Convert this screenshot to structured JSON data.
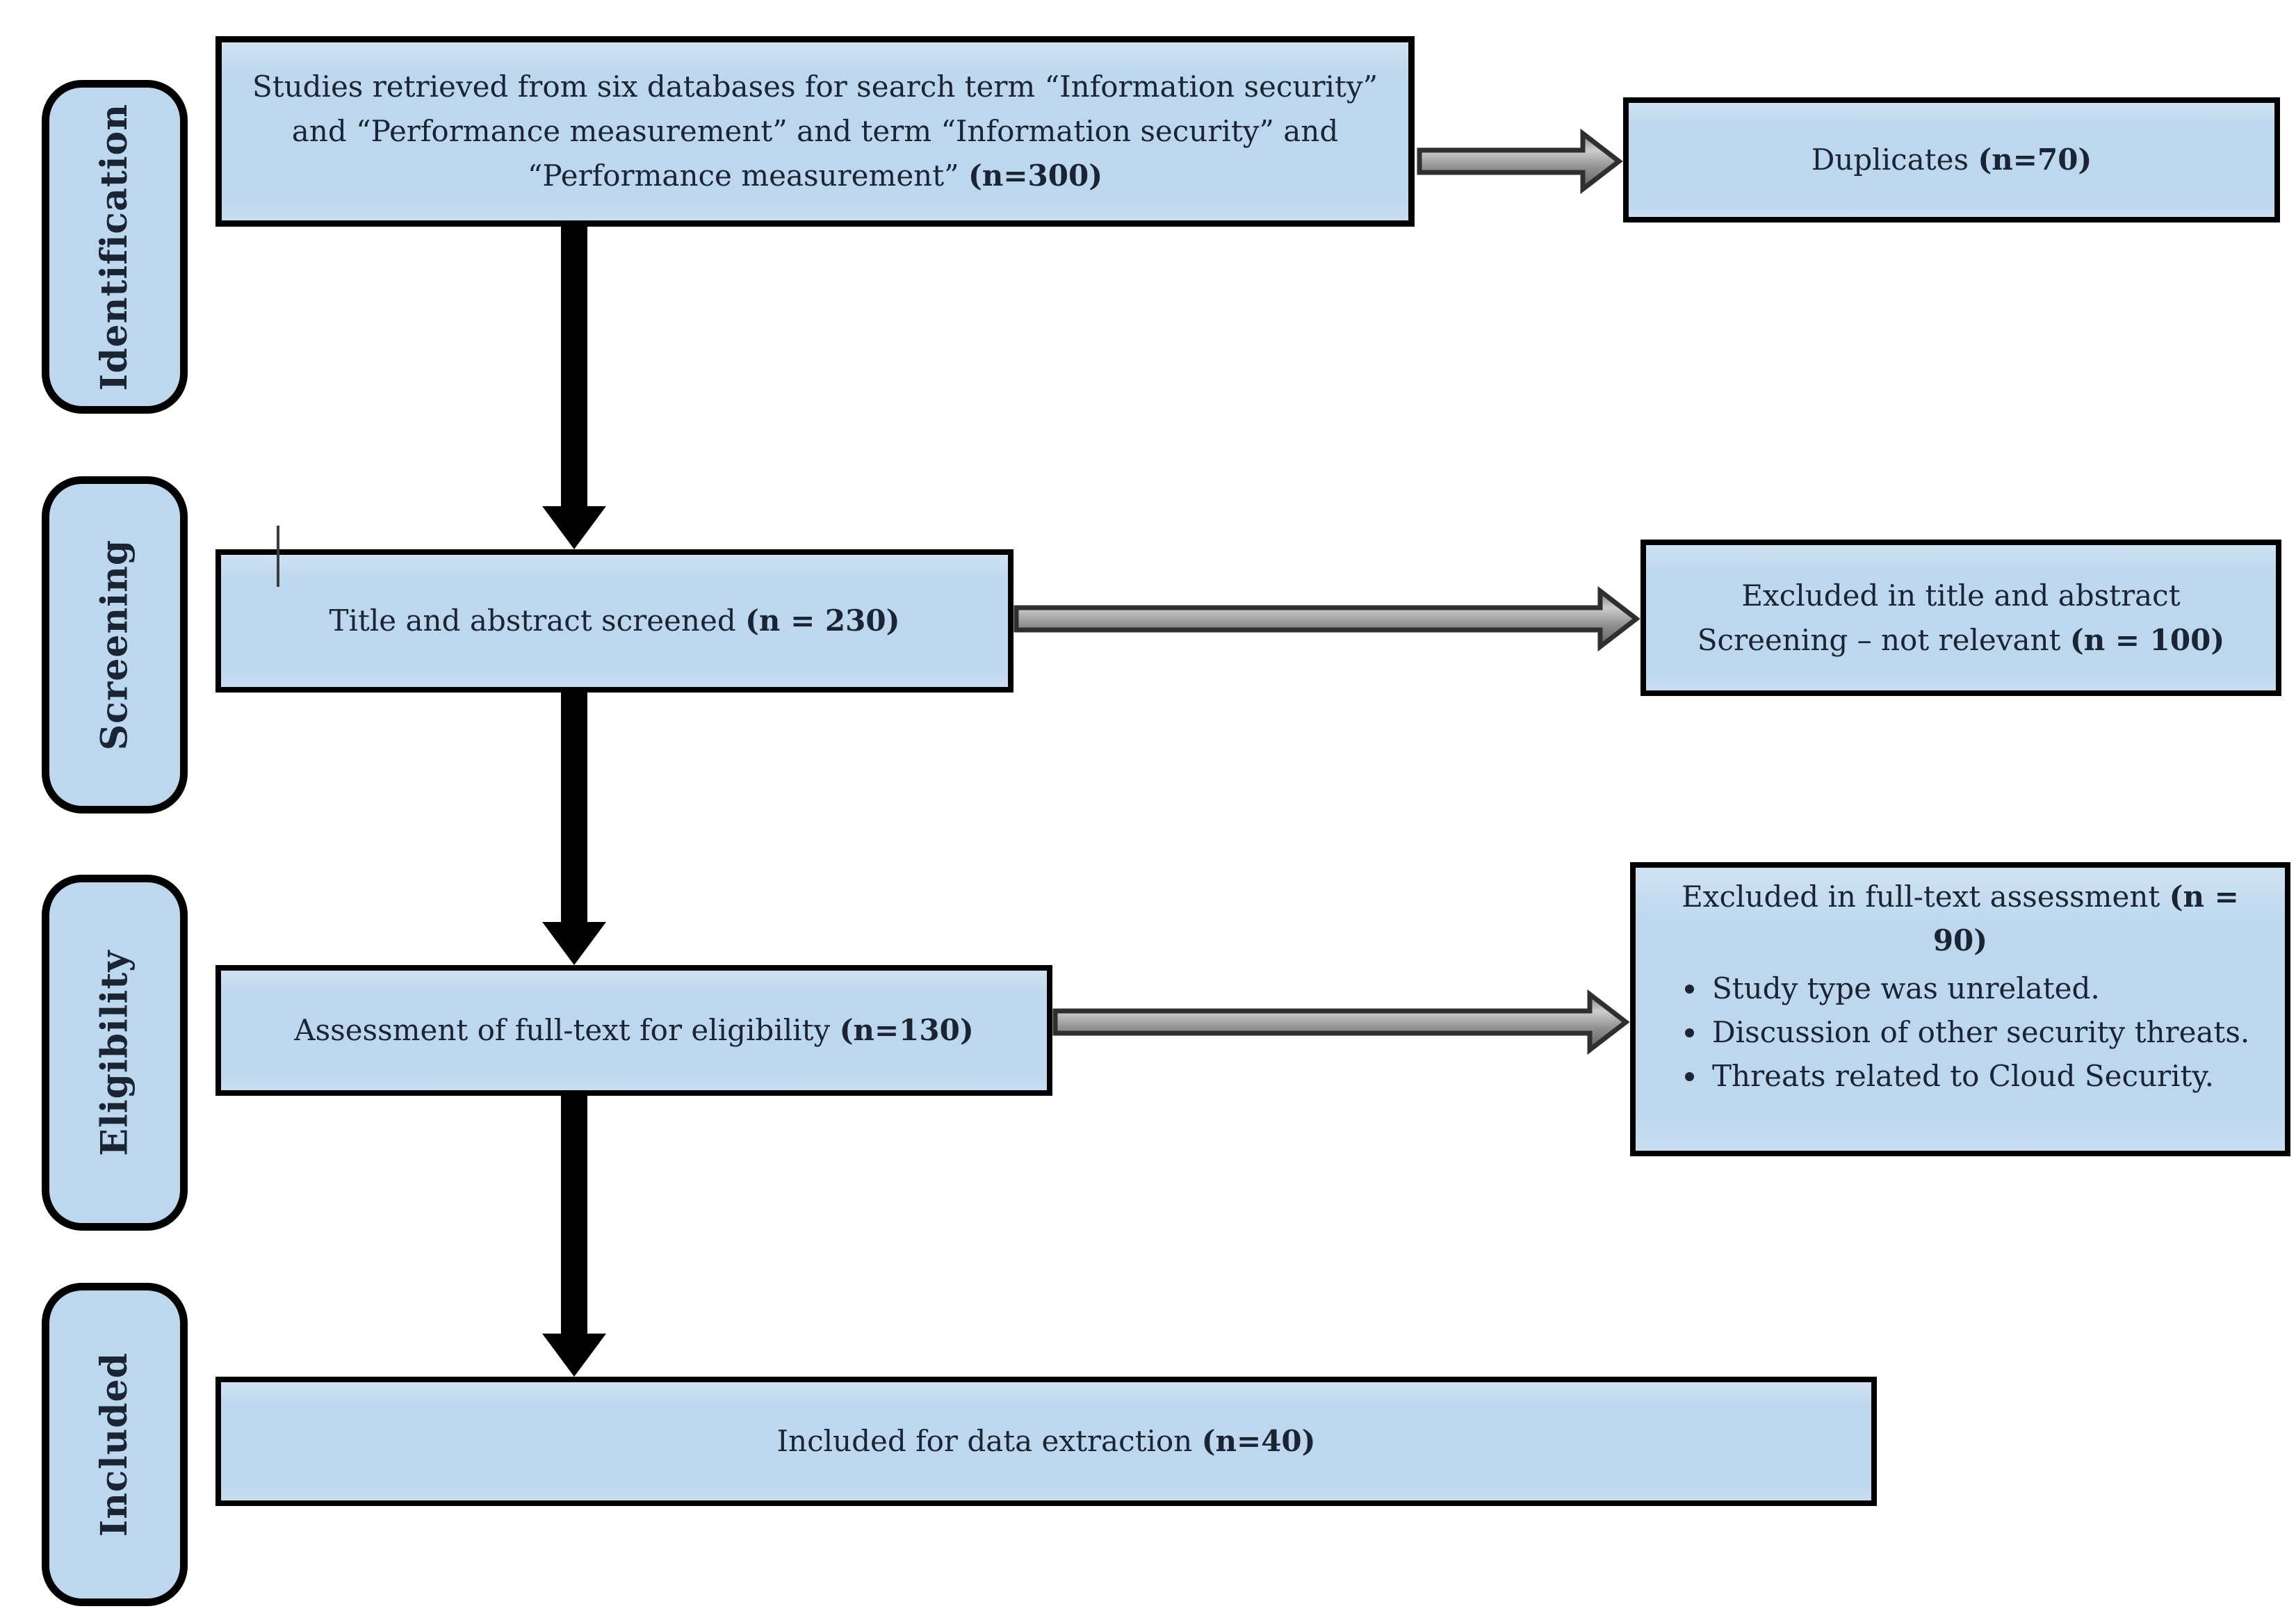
{
  "diagram": {
    "title": "PRISMA study selection flow diagram",
    "colors": {
      "box_fill": "#bdd7ee",
      "box_border": "#000000",
      "black_arrow": "#000000",
      "gray_arrow_fill": "#9a9a9a",
      "gray_arrow_outline": "#2f2f2f",
      "text": "#1a2433"
    },
    "stages": [
      {
        "label": "Identification"
      },
      {
        "label": "Screening"
      },
      {
        "label": "Eligibility"
      },
      {
        "label": "Included"
      }
    ],
    "main": [
      {
        "lines": [
          "Studies retrieved from six databases for search term “Information security”",
          "and “Performance measurement” and term “Information security” and",
          "“Performance measurement”"
        ],
        "n": "(n=300)"
      },
      {
        "text": "Title and abstract screened",
        "n": "(n = 230)"
      },
      {
        "text": "Assessment of full-text for eligibility",
        "n": "(n=130)"
      },
      {
        "text": "Included for data extraction",
        "n": "(n=40)"
      }
    ],
    "side": [
      {
        "text": "Duplicates",
        "n": "(n=70)"
      },
      {
        "lines": [
          "Excluded in title and abstract",
          "Screening – not relevant"
        ],
        "n": "(n = 100)"
      },
      {
        "title": "Excluded in full-text assessment",
        "n_open": "(n =",
        "n_close": "90)",
        "bullets": [
          "Study type was unrelated.",
          "Discussion of other security threats.",
          "Threats related to Cloud Security."
        ]
      }
    ]
  }
}
